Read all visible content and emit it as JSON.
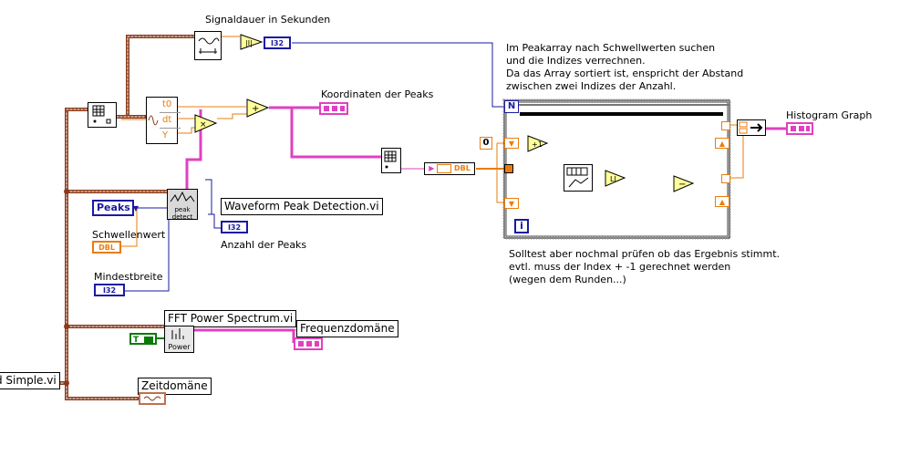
{
  "labels": {
    "signal_duration": "Signaldauer in Sekunden",
    "peak_coordinates": "Koordinaten der Peaks",
    "histogram_graph": "Histogram Graph",
    "waveform_peak_detection": "Waveform Peak Detection.vi",
    "peak_count": "Anzahl der Peaks",
    "threshold": "Schwellenwert",
    "min_width": "Mindestbreite",
    "fft_power_spectrum": "FFT Power Spectrum.vi",
    "frequency_domain": "Frequenzdomäne",
    "time_domain": "Zeitdomäne",
    "simple_vi": "d Simple.vi"
  },
  "comments": {
    "top": [
      "Im Peakarray nach Schwellwerten suchen",
      "und die Indizes verrechnen.",
      "Da das Array sortiert ist, enspricht der Abstand",
      "zwischen zwei Indizes der Anzahl."
    ],
    "bottom": [
      "Solltest aber nochmal prüfen ob das Ergebnis stimmt.",
      "evtl. muss der Index + -1 gerechnet werden",
      "(wegen dem Runden...)"
    ]
  },
  "controls": {
    "peaks_enum": "Peaks",
    "const_zero": "0",
    "bool_true": "T"
  },
  "terminals": {
    "i32": "I32",
    "dbl": "DBL",
    "abs": "|I|",
    "inc": "+1",
    "loop_n": "N",
    "loop_i": "i"
  },
  "node_text": {
    "wf_t0": "t0",
    "wf_dt": "dt",
    "wf_y": "Y",
    "peak_detect": "peak detect",
    "power": "Power"
  },
  "colors": {
    "waveform_wire": "#8b3a1a",
    "cluster_wire": "#e040c0",
    "numeric_wire": "#e87d0d",
    "integer_wire": "#1a1aa0",
    "fp_wire": "#f08c00"
  }
}
